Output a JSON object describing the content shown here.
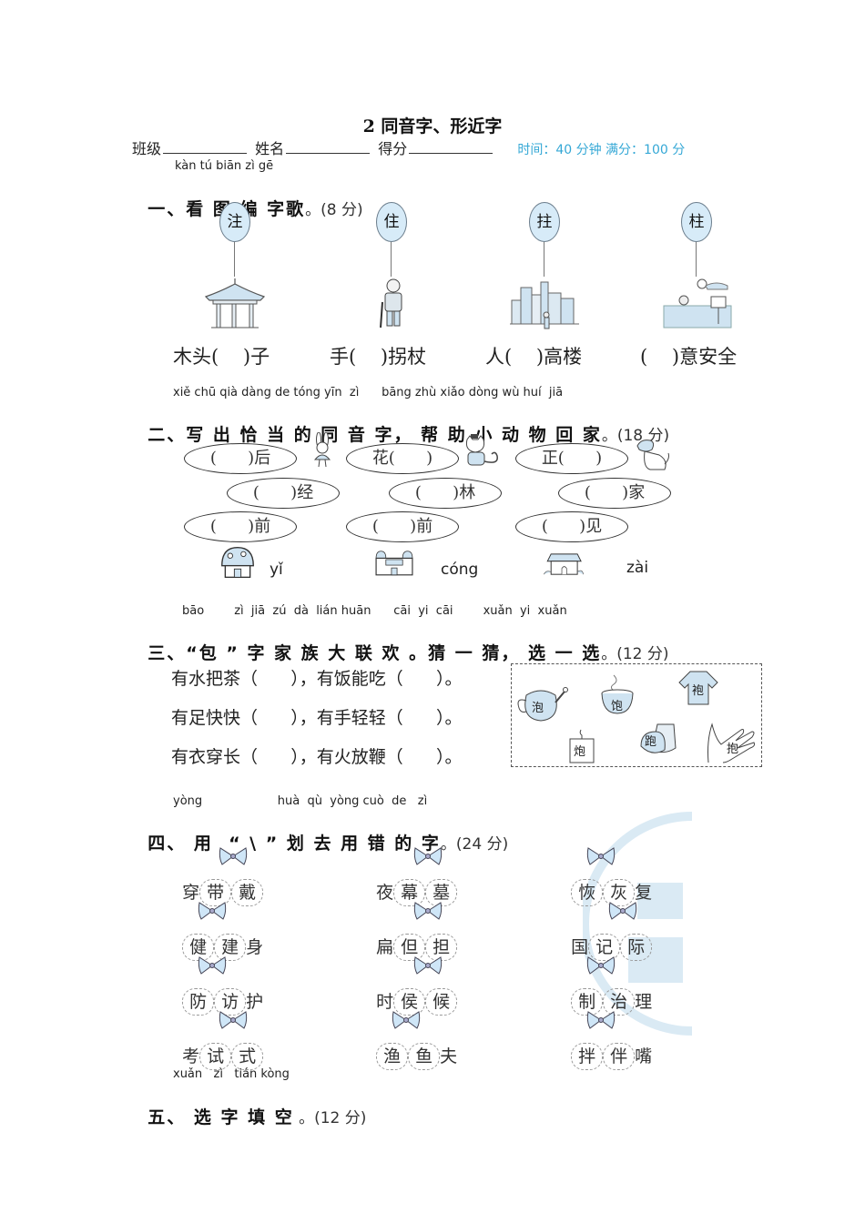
{
  "title": "2 同音字、形近字",
  "meta": {
    "class_label": "班级",
    "name_label": "姓名",
    "score_label": "得分",
    "time_info": "时间：40 分钟 满分：100 分",
    "info_color": "#35a8d6"
  },
  "section1": {
    "pinyin": "kàn tú biān zì gē",
    "heading": "一、看 图 编 字歌",
    "points": "。(8 分)",
    "items": [
      {
        "balloon_char": "注",
        "picture": "pavilion",
        "phrase": "木头(    )子"
      },
      {
        "balloon_char": "住",
        "picture": "old-man-with-cane",
        "phrase": "手(    )拐杖"
      },
      {
        "balloon_char": "拄",
        "picture": "city-buildings",
        "phrase": "人(    )高楼"
      },
      {
        "balloon_char": "柱",
        "picture": "swimming-danger",
        "phrase": "(    )意安全"
      }
    ]
  },
  "section2": {
    "pinyin": "xiě chū qià dàng de tóng yīn  zì      bāng zhù xiǎo dòng wù huí  jiā",
    "heading": "二、写 出 恰 当 的 同 音 字， 帮 助 小 动 物 回 家",
    "points": "。(18 分)",
    "columns": [
      {
        "animal": "rabbit",
        "ovals": [
          "(      )后",
          "(      )经",
          "(      )前"
        ],
        "house": "mushroom-house",
        "house_pinyin": "yǐ"
      },
      {
        "animal": "cat",
        "ovals": [
          "花(      )",
          "(      )林",
          "(      )前"
        ],
        "house": "castle-house",
        "house_pinyin": "cóng"
      },
      {
        "animal": "dog",
        "ovals": [
          "正(      )",
          "(      )家",
          "(      )见"
        ],
        "house": "cottage-house",
        "house_pinyin": "zài"
      }
    ]
  },
  "section3": {
    "pinyin": "bāo        zì  jiā  zú  dà  lián huān      cāi  yi  cāi        xuǎn  yi  xuǎn",
    "heading": "三、“包 ” 字 家 族 大 联 欢 。猜 一 猜， 选 一 选",
    "points": "。(12 分)",
    "riddles": [
      "有水把茶（      ），有饭能吃（      ）。",
      "有足快快（      ），有手轻轻（      ）。",
      "有衣穿长（      ），有火放鞭（      ）。"
    ],
    "choices": [
      {
        "char": "泡",
        "object": "teapot"
      },
      {
        "char": "饱",
        "object": "rice-bowl"
      },
      {
        "char": "袍",
        "object": "robe"
      },
      {
        "char": "炮",
        "object": "firecracker"
      },
      {
        "char": "跑",
        "object": "shoes"
      },
      {
        "char": "抱",
        "object": "hand"
      }
    ]
  },
  "section4": {
    "pinyin": "yòng                    huà  qù  yòng cuò  de   zì",
    "heading": "四、 用  “ \\ ” 划 去 用 错 的 字",
    "points": "。(24 分)",
    "rows": [
      [
        {
          "pre": "穿",
          "opt1": "带",
          "opt2": "戴",
          "post": ""
        },
        {
          "pre": "夜",
          "opt1": "幕",
          "opt2": "墓",
          "post": ""
        },
        {
          "pre": "",
          "opt1": "恢",
          "opt2": "灰",
          "post": "复"
        }
      ],
      [
        {
          "pre": "",
          "opt1": "健",
          "opt2": "建",
          "post": "身"
        },
        {
          "pre": "扁",
          "opt1": "但",
          "opt2": "担",
          "post": ""
        },
        {
          "pre": "国",
          "opt1": "记",
          "opt2": "际",
          "post": ""
        }
      ],
      [
        {
          "pre": "",
          "opt1": "防",
          "opt2": "访",
          "post": "护"
        },
        {
          "pre": "时",
          "opt1": "侯",
          "opt2": "候",
          "post": ""
        },
        {
          "pre": "",
          "opt1": "制",
          "opt2": "治",
          "post": "理"
        }
      ],
      [
        {
          "pre": "考",
          "opt1": "试",
          "opt2": "式",
          "post": ""
        },
        {
          "pre": "",
          "opt1": "渔",
          "opt2": "鱼",
          "post": "夫"
        },
        {
          "pre": "",
          "opt1": "拌",
          "opt2": "伴",
          "post": "嘴"
        }
      ]
    ]
  },
  "section5": {
    "pinyin": "xuǎn   zì   tián kòng",
    "heading": "五、 选 字 填 空",
    "points": " 。(12 分)"
  }
}
